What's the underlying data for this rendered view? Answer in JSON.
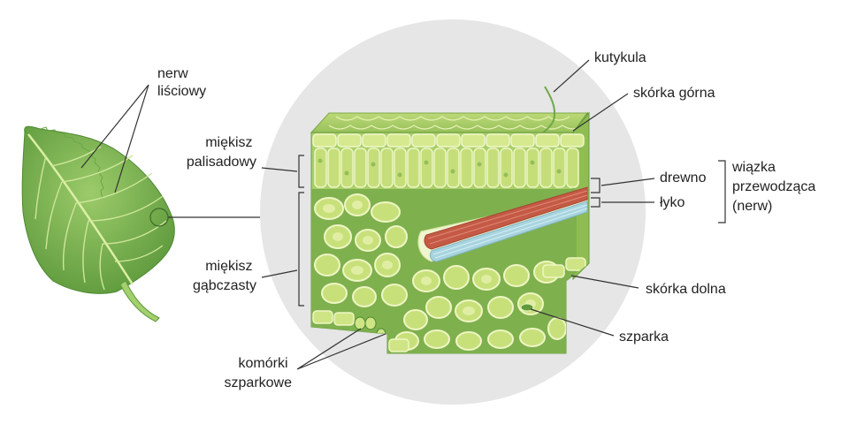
{
  "labels": {
    "nerw_lisciowy": [
      "nerw",
      "liściowy"
    ],
    "miekisz_palisadowy": [
      "miękisz",
      "palisadowy"
    ],
    "miekisz_gabczasty": [
      "miękisz",
      "gąbczasty"
    ],
    "komorki_szparkowe": [
      "komórki",
      "szparkowe"
    ],
    "kutykula": "kutykula",
    "skorka_gorna": "skórka górna",
    "drewno": "drewno",
    "lyko": "łyko",
    "wiazka_przewodzaca": [
      "wiązka",
      "przewodząca",
      "(nerw)"
    ],
    "skorka_dolna": "skórka dolna",
    "szparka": "szparka"
  },
  "colors": {
    "leaf": "#8cbc5a",
    "leaf_dark": "#5f9a3c",
    "vein": "#d9eea0",
    "circle": "#e6e6e6",
    "cell_fill": "#c8e07a",
    "cell_wall": "#e9f3b5",
    "cell_dark": "#6fa84a",
    "xylem": "#c45a45",
    "phloem": "#a8d4df"
  }
}
